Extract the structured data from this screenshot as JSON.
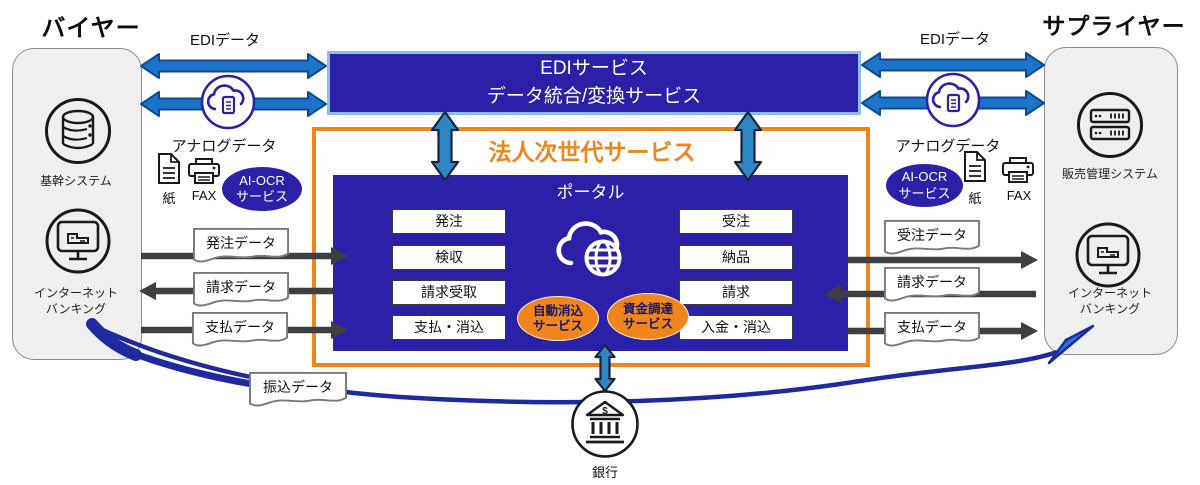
{
  "buyer": {
    "title": "バイヤー",
    "core_system": "基幹システム",
    "internet_banking_line1": "インターネット",
    "internet_banking_line2": "バンキング"
  },
  "supplier": {
    "title": "サプライヤー",
    "sales_system": "販売管理システム",
    "internet_banking_line1": "インターネット",
    "internet_banking_line2": "バンキング"
  },
  "edi_box": {
    "line1": "EDIサービス",
    "line2": "データ統合/変換サービス"
  },
  "labels": {
    "edi_data_left": "EDIデータ",
    "edi_data_right": "EDIデータ",
    "analog_left": "アナログデータ",
    "analog_right": "アナログデータ",
    "paper_left": "紙",
    "fax_left": "FAX",
    "paper_right": "紙",
    "fax_right": "FAX",
    "bank": "銀行"
  },
  "ai_ocr": {
    "line1": "AI-OCR",
    "line2": "サービス"
  },
  "next_gen": {
    "title": "法人次世代サービス",
    "portal": "ポータル",
    "buyer_items": [
      "発注",
      "検収",
      "請求受取",
      "支払・消込"
    ],
    "supplier_items": [
      "受注",
      "納品",
      "請求",
      "入金・消込"
    ],
    "services": [
      {
        "line1": "自動消込",
        "line2": "サービス"
      },
      {
        "line1": "資金調達",
        "line2": "サービス"
      }
    ]
  },
  "documents": {
    "buyer": [
      "発注データ",
      "請求データ",
      "支払データ"
    ],
    "supplier": [
      "受注データ",
      "請求データ",
      "支払データ"
    ],
    "transfer": "振込データ"
  },
  "colors": {
    "navy": "#2B21A8",
    "orange": "#F0861B",
    "arrow_blue": "#1C74C8",
    "edi_border_blue": "#8FBCE6",
    "data_arrow_gray": "#3F3F3F",
    "swoosh_blue": "#1F2AA0"
  }
}
